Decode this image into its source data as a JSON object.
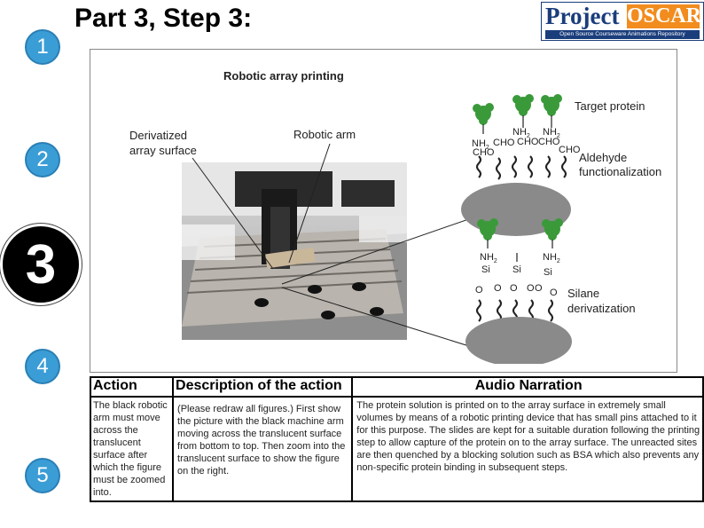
{
  "header": {
    "title": "Part 3, Step 3:"
  },
  "logo": {
    "word1": "Project",
    "word2": "OSCAR",
    "tagline": "Open Source Courseware Animations Repository"
  },
  "steps": [
    {
      "label": "1",
      "active": false
    },
    {
      "label": "2",
      "active": false
    },
    {
      "label": "3",
      "active": true
    },
    {
      "label": "4",
      "active": false
    },
    {
      "label": "5",
      "active": false
    }
  ],
  "figure": {
    "title": "Robotic array printing",
    "derivatized_surface": [
      "Derivatized",
      "array surface"
    ],
    "robotic_arm": "Robotic arm",
    "target_protein": "Target protein",
    "aldehyde": [
      "Aldehyde",
      "functionalization"
    ],
    "silane": [
      "Silane",
      "derivatization"
    ],
    "chem_top": {
      "nh2": "NH",
      "sub2": "2",
      "cho": "CHO"
    },
    "chem_bottom": {
      "nh2": "NH",
      "sub2": "2",
      "si": "Si",
      "o": "O"
    }
  },
  "table": {
    "headers": {
      "action": "Action",
      "description": "Description of the action",
      "audio": "Audio Narration"
    },
    "action": "The black robotic arm must move across the translucent surface after which the figure must be zoomed into.",
    "description": "(Please redraw all figures.) First show the picture with the black machine arm moving across the translucent surface from bottom to top. Then zoom into the translucent surface to show the figure on the right.",
    "audio": "The protein solution is printed on to the array surface in extremely small volumes by means of a robotic printing device that has small pins attached to it for this purpose. The slides are kept for a suitable duration following the printing step to allow capture of the protein on to the array surface. The unreacted sites are then quenched by a blocking solution such as BSA which also prevents any non-specific protein binding in subsequent steps."
  },
  "colors": {
    "step_blue": "#3b9dd6",
    "step_active": "#000000",
    "logo_blue": "#1a3d7c",
    "logo_orange": "#f28c1e",
    "protein_green": "#3a9a3a",
    "disc_gray": "#8a8a8a"
  }
}
